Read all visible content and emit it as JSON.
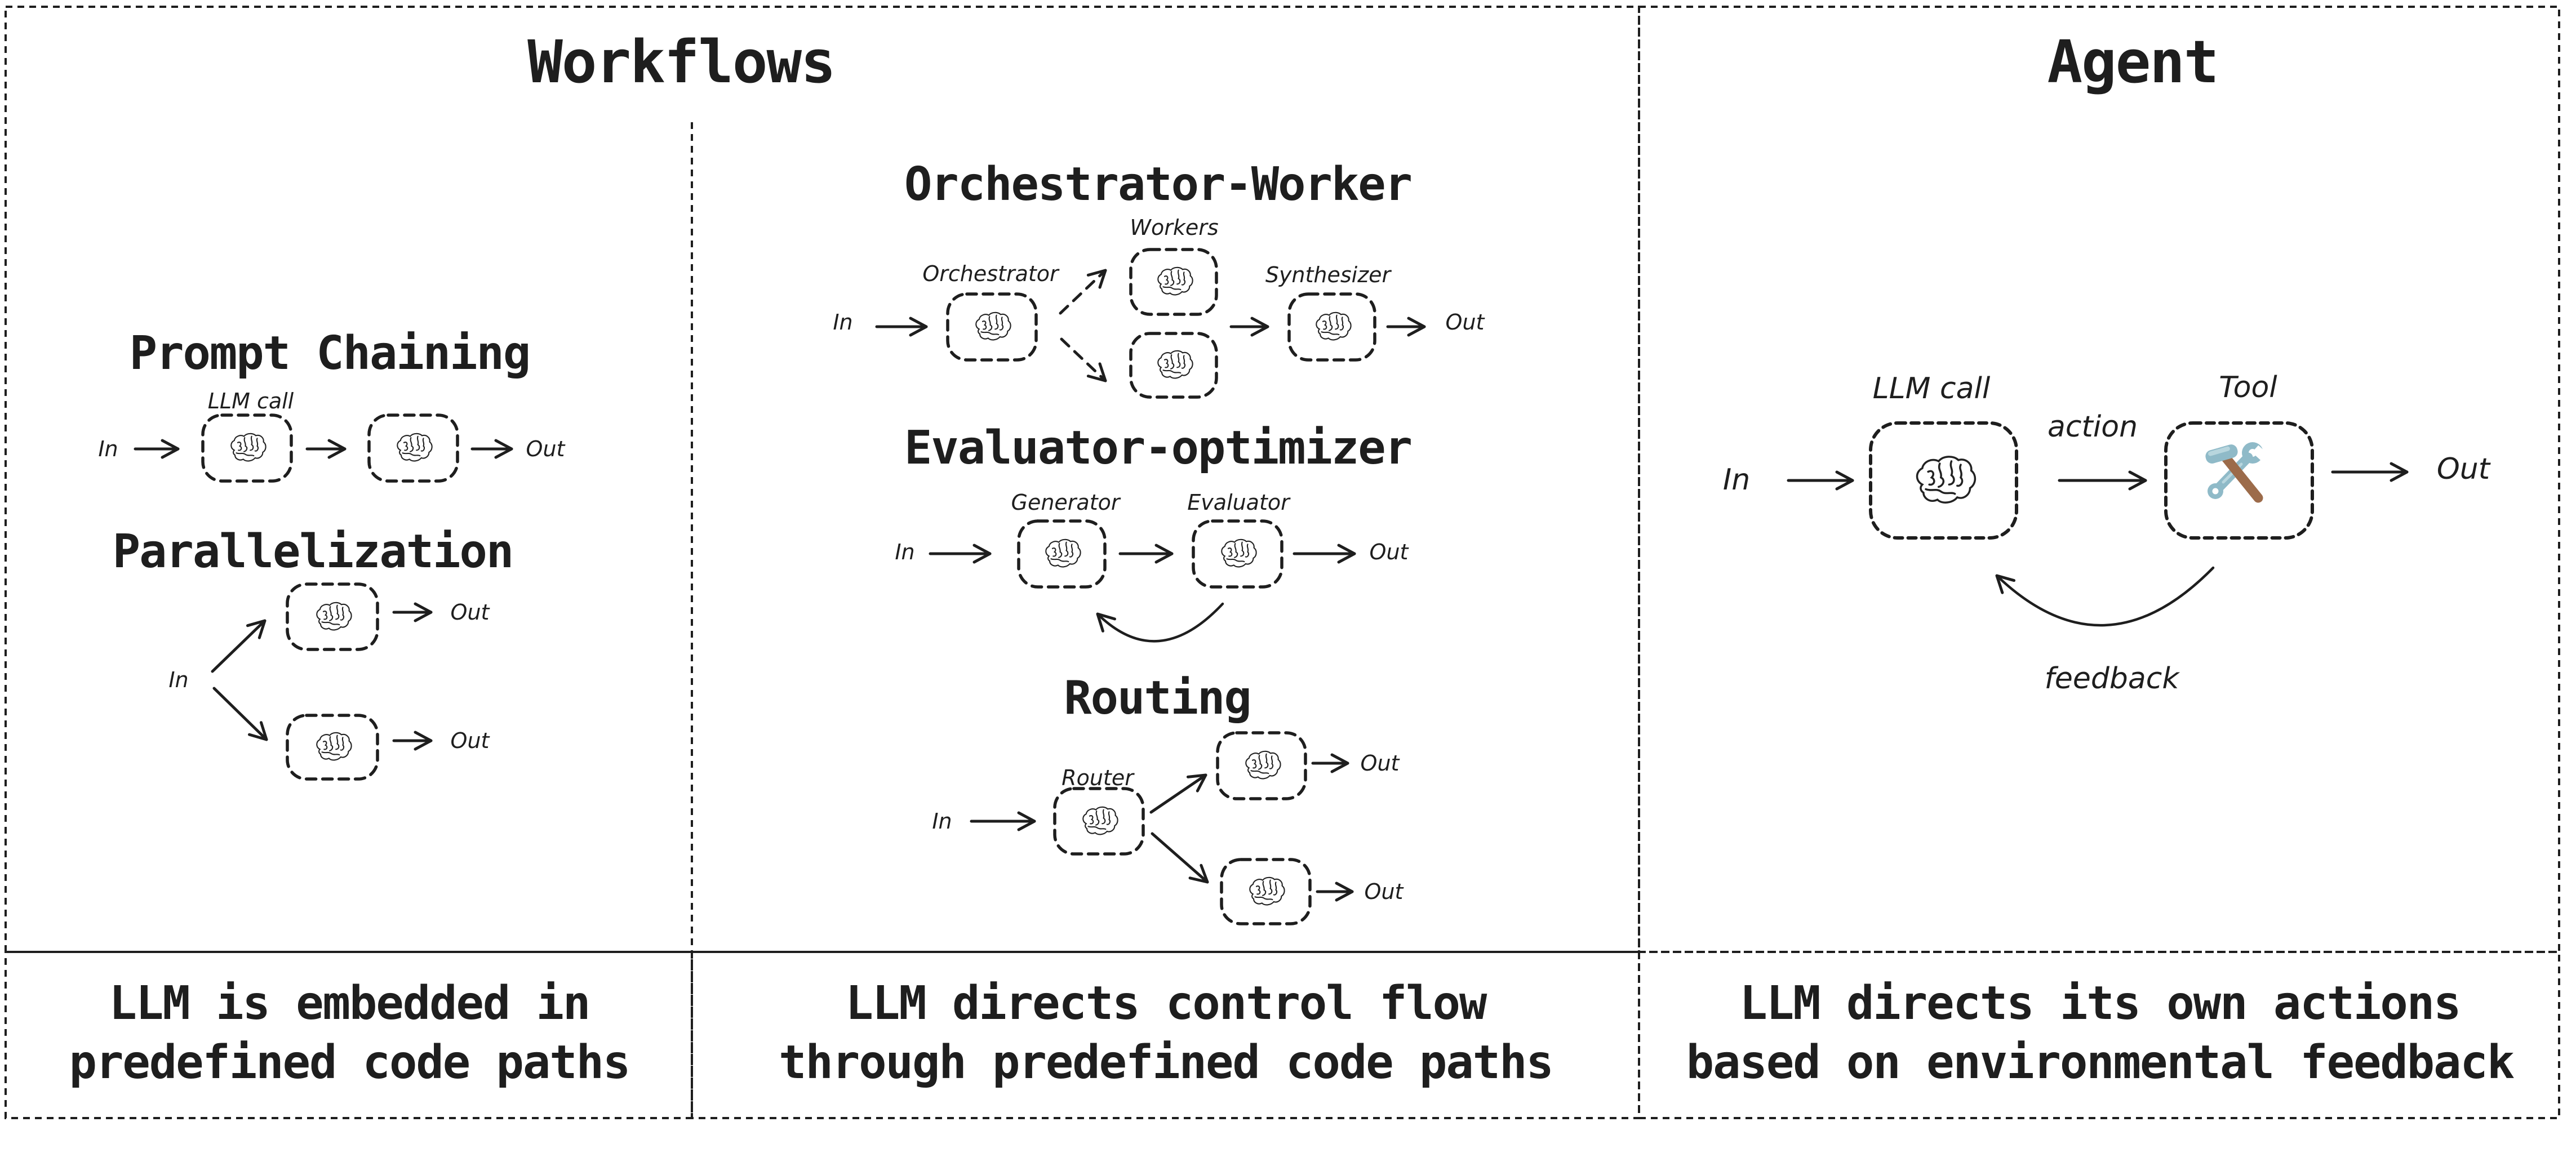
{
  "colors": {
    "ink": "#1e1e1e",
    "background": "#ffffff",
    "tool_blue": "#8fbac8",
    "tool_blue_light": "#b8d6de",
    "tool_brown": "#9c6b4a"
  },
  "workflows": {
    "title": "Workflows",
    "prompt_chaining": {
      "title": "Prompt Chaining",
      "llm_call_label": "LLM call",
      "in_label": "In",
      "out_label": "Out"
    },
    "parallelization": {
      "title": "Parallelization",
      "in_label": "In",
      "out_top_label": "Out",
      "out_bottom_label": "Out"
    },
    "orchestrator_worker": {
      "title": "Orchestrator-Worker",
      "orchestrator_label": "Orchestrator",
      "workers_label": "Workers",
      "synthesizer_label": "Synthesizer",
      "in_label": "In",
      "out_label": "Out"
    },
    "evaluator_optimizer": {
      "title": "Evaluator-optimizer",
      "generator_label": "Generator",
      "evaluator_label": "Evaluator",
      "in_label": "In",
      "out_label": "Out"
    },
    "routing": {
      "title": "Routing",
      "router_label": "Router",
      "in_label": "In",
      "out_top_label": "Out",
      "out_bottom_label": "Out"
    },
    "caption_chaining": {
      "line1": "LLM is embedded in",
      "line2": "predefined code paths"
    },
    "caption_flow": {
      "line1": "LLM directs control flow",
      "line2": "through predefined code paths"
    }
  },
  "agent": {
    "title": "Agent",
    "llm_call_label": "LLM call",
    "action_label": "action",
    "tool_label": "Tool",
    "in_label": "In",
    "out_label": "Out",
    "feedback_label": "feedback",
    "caption": {
      "line1": "LLM directs its own actions",
      "line2": "based on environmental feedback"
    }
  }
}
